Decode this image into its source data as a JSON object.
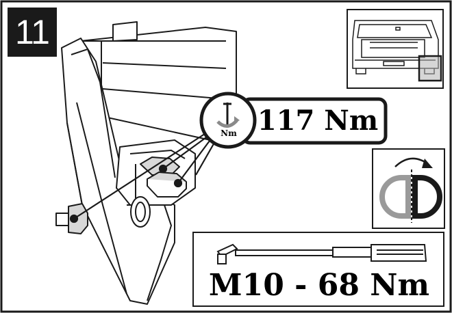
{
  "step": {
    "number": "11"
  },
  "torque_callout": {
    "value": "117 Nm",
    "wrench_label": "Nm"
  },
  "spec_box": {
    "value": "M10 - 68 Nm"
  },
  "icons": {
    "location_thumbnail": "car-rear-location-thumbnail",
    "torque_wrench": "torque-wrench-icon",
    "rotate_half": "rotate-half-icon",
    "wiring_harness": "wiring-harness-icon"
  },
  "colors": {
    "ink": "#1a1a1a",
    "shade": "#8a8a8a",
    "paper": "#ffffff"
  }
}
